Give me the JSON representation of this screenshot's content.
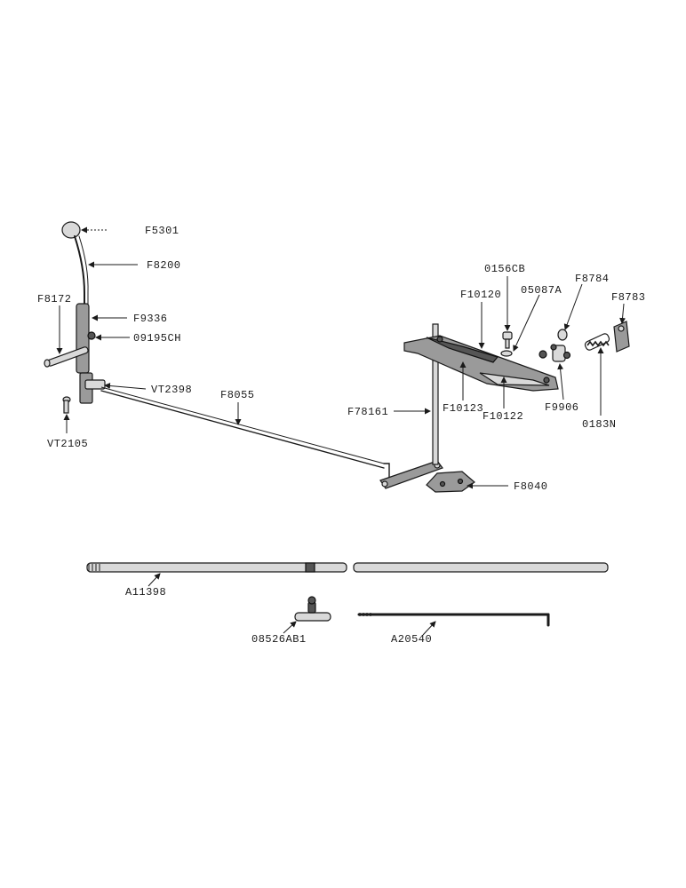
{
  "labels": {
    "F5301": "F5301",
    "F8200": "F8200",
    "F8172": "F8172",
    "F9336": "F9336",
    "P09195CH": "09195CH",
    "VT2398": "VT2398",
    "F8055": "F8055",
    "VT2105": "VT2105",
    "P0156CB": "0156CB",
    "F10120": "F10120",
    "P05087A": "05087A",
    "F8784": "F8784",
    "F8783": "F8783",
    "F10123": "F10123",
    "F10122": "F10122",
    "F9906": "F9906",
    "P0183N": "0183N",
    "F78161": "F78161",
    "F8040": "F8040",
    "A11398": "A11398",
    "P08526AB1": "08526AB1",
    "A20540": "A20540"
  }
}
